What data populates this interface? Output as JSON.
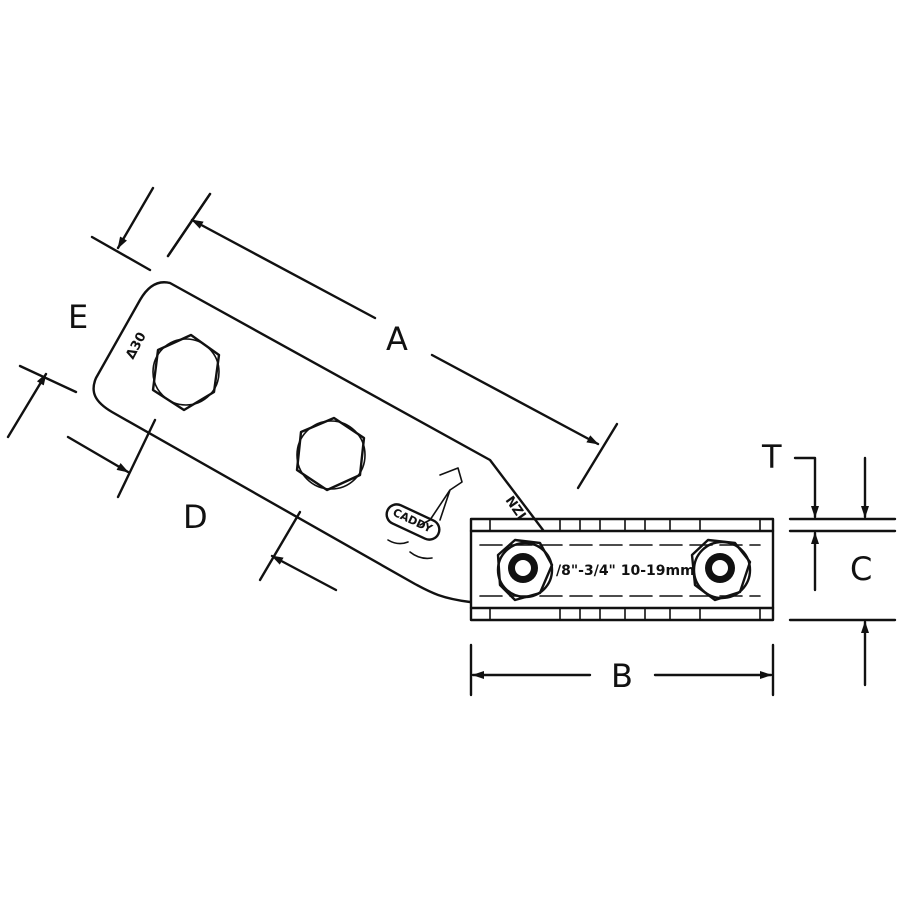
{
  "labels": {
    "A": "A",
    "B": "B",
    "C": "C",
    "D": "D",
    "E": "E",
    "T": "T"
  },
  "markings": {
    "angle": "Δ30",
    "size_range": "/8\"-3/4\" 10-19mm",
    "code": "NZI",
    "brand": "CADDY"
  },
  "colors": {
    "line": "#111111",
    "background": "#ffffff"
  }
}
